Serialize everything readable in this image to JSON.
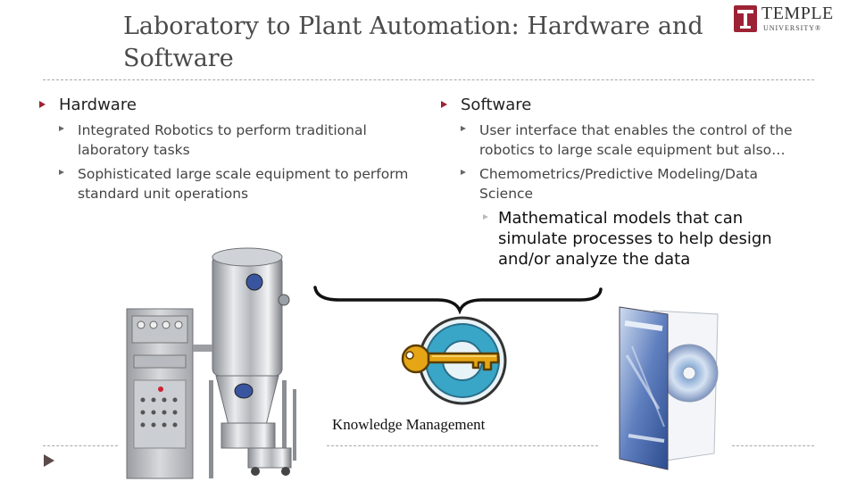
{
  "slide": {
    "title": "Laboratory to Plant Automation: Hardware and Software"
  },
  "logo": {
    "name": "TEMPLE",
    "subtitle": "UNIVERSITY®"
  },
  "hardware": {
    "heading": "Hardware",
    "items": [
      "Integrated Robotics to perform traditional laboratory tasks",
      "Sophisticated large scale equipment to perform standard unit operations"
    ]
  },
  "software": {
    "heading": "Software",
    "items": [
      "User interface that enables the control of the robotics to large scale equipment but also…",
      "Chemometrics/Predictive Modeling/Data Science"
    ],
    "subitems": [
      "Mathematical models that can simulate processes to help design and/or analyze the data"
    ]
  },
  "center": {
    "caption": "Knowledge Management"
  },
  "icons": {
    "key": "key-icon",
    "machine": "fluid-bed-equipment-image",
    "software_box": "software-dvd-case-image",
    "nav": "next-slide-arrow-icon"
  },
  "colors": {
    "accent": "#9d2235",
    "title": "#4a4a4a",
    "key_gold": "#e6a515",
    "key_badge": "#39a6c8"
  }
}
